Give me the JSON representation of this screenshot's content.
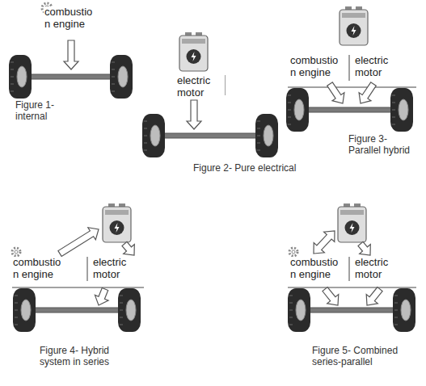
{
  "diagram": {
    "labels": [
      "combustio n engine",
      "Figure 1- internal",
      "electric motor",
      "Figure 2- Pure electrical",
      "combustio n engine",
      "electric motor",
      "Figure 3- Parallel hybrid",
      "combustio n engine",
      "electric motor",
      "Figure 4- Hybrid system in series",
      "combustio n engine",
      "electric motor",
      "Figure 5- Combined series-parallel"
    ]
  }
}
